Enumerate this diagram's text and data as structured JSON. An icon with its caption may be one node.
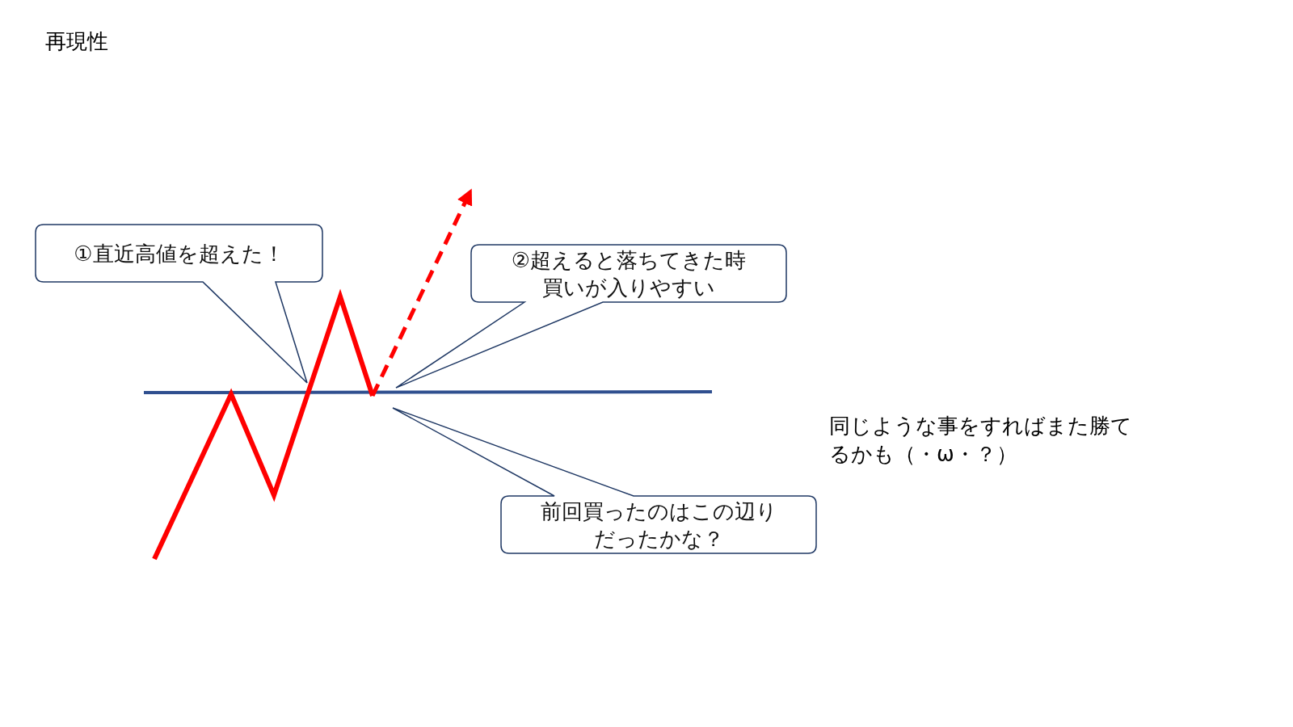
{
  "diagram": {
    "title": "再現性",
    "nodes": [
      {
        "text": [
          "①直近高値を超えた！"
        ]
      },
      {
        "text": [
          "②超えると落ちてきた時買いが入りやすい"
        ]
      },
      {
        "text": [
          "前回買ったのはこの辺りだったかな？"
        ]
      }
    ],
    "labels": [
      "同じような事をすればまた勝てるかも（・ω・？）"
    ]
  }
}
